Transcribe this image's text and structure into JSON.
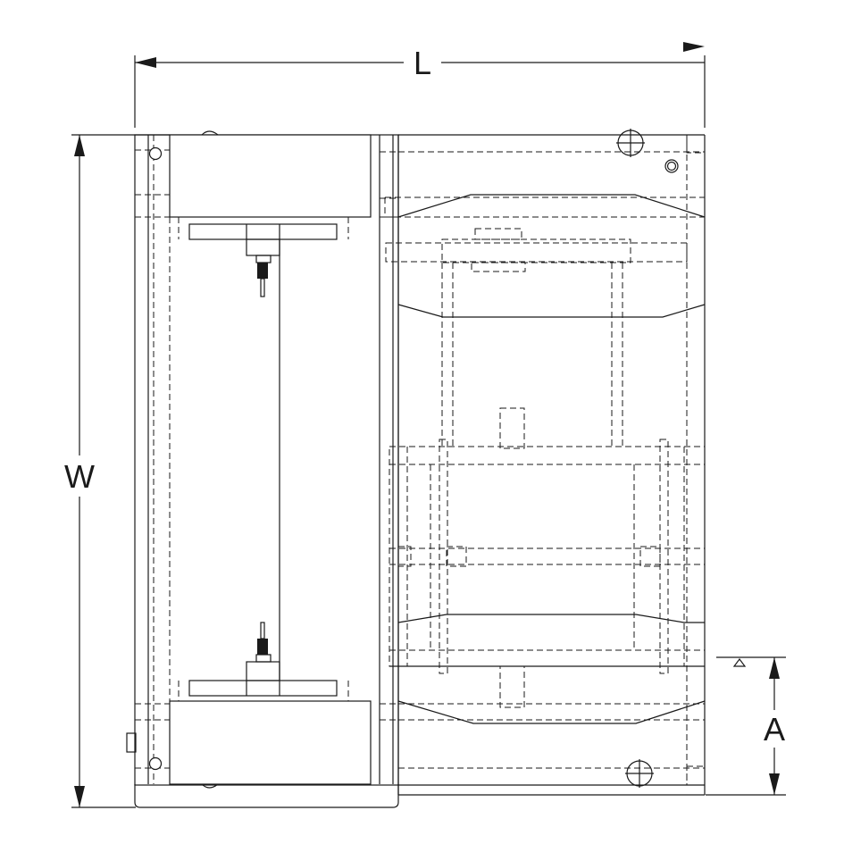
{
  "dimensions": {
    "length_label": "L",
    "width_label": "W",
    "height_label": "A"
  }
}
